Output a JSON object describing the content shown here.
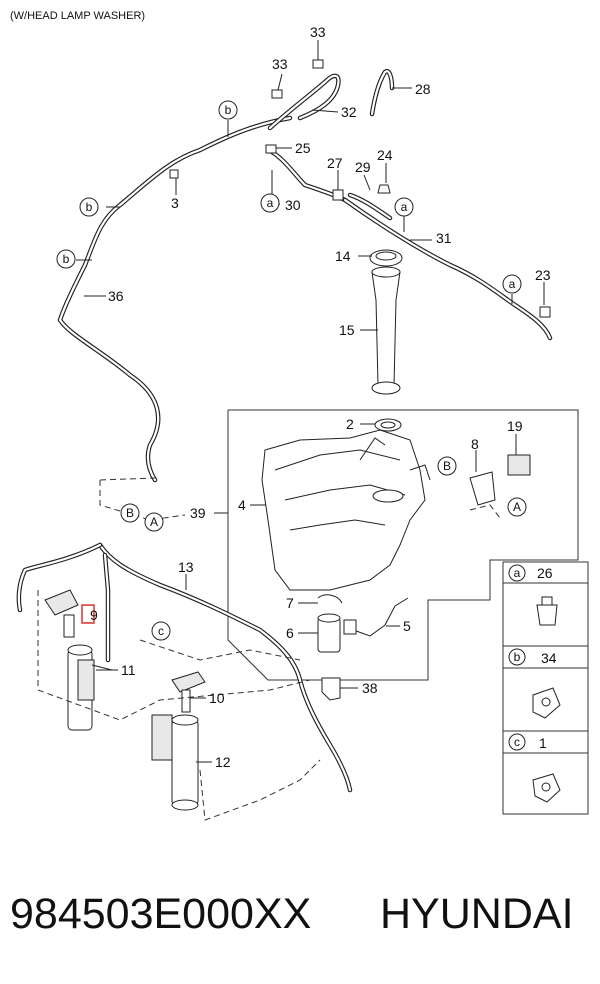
{
  "header": "(W/HEAD LAMP WASHER)",
  "callouts": {
    "p33a": "33",
    "p33b": "33",
    "p32": "32",
    "p28": "28",
    "p25": "25",
    "p3": "3",
    "p27": "27",
    "p29": "29",
    "p24": "24",
    "p30": "30",
    "p31": "31",
    "p14": "14",
    "p15": "15",
    "p23": "23",
    "p36": "36",
    "p2": "2",
    "p8": "8",
    "p19": "19",
    "p4": "4",
    "p39": "39",
    "p13": "13",
    "p9": "9",
    "p7": "7",
    "p6": "6",
    "p5": "5",
    "p11": "11",
    "p10": "10",
    "p38": "38",
    "p12": "12"
  },
  "refs": {
    "b1": "b",
    "b2": "b",
    "b3": "b",
    "a1": "a",
    "a2": "a",
    "a3": "a",
    "B1": "B",
    "A1": "A",
    "B2": "B",
    "A2": "A",
    "c1": "c"
  },
  "legend": [
    {
      "letter": "a",
      "number": "26"
    },
    {
      "letter": "b",
      "number": "34"
    },
    {
      "letter": "c",
      "number": "1"
    }
  ],
  "footer": {
    "part_number": "984503E000XX",
    "brand": "HYUNDAI"
  }
}
